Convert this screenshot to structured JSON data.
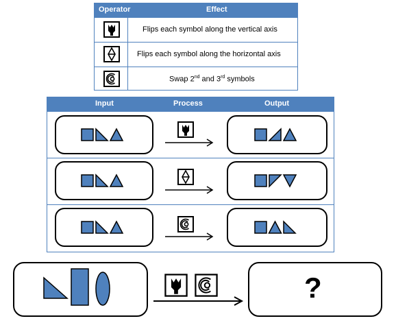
{
  "operator_table": {
    "header_operator": "Operator",
    "header_effect": "Effect",
    "rows": [
      {
        "icon": "vertical-flip-operator-icon",
        "effect": "Flips each symbol along the vertical axis"
      },
      {
        "icon": "horizontal-flip-operator-icon",
        "effect": "Flips each symbol along the horizontal axis"
      },
      {
        "icon": "swap-operator-icon",
        "effect_prefix": "Swap 2",
        "sup1": "nd",
        "effect_mid": " and 3",
        "sup2": "rd",
        "effect_suffix": " symbols"
      }
    ]
  },
  "process_table": {
    "header_input": "Input",
    "header_process": "Process",
    "header_output": "Output",
    "rows": [
      {
        "input": [
          "square",
          "right-triangle",
          "triangle"
        ],
        "operator": "vertical-flip-operator-icon",
        "output": [
          "square",
          "mirrored-right-triangle",
          "triangle"
        ]
      },
      {
        "input": [
          "square",
          "right-triangle",
          "triangle"
        ],
        "operator": "horizontal-flip-operator-icon",
        "output": [
          "square",
          "flipped-right-triangle",
          "inverted-triangle"
        ]
      },
      {
        "input": [
          "square",
          "right-triangle",
          "triangle"
        ],
        "operator": "swap-operator-icon",
        "output": [
          "square",
          "triangle",
          "right-triangle"
        ]
      }
    ]
  },
  "question": {
    "input": [
      "right-triangle",
      "tall-rectangle",
      "ellipse"
    ],
    "operators": [
      "vertical-flip-operator-icon",
      "swap-operator-icon"
    ],
    "answer": "?"
  },
  "colors": {
    "header": "#4f81bd",
    "shape_fill": "#4f81bd",
    "outline": "#000000"
  }
}
